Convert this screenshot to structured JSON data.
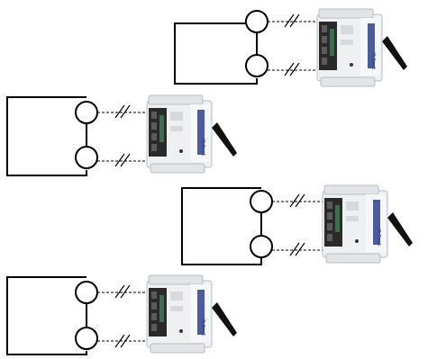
{
  "diagram": {
    "units": [
      {
        "id": "unit-1",
        "device_label": "IR-Dev1"
      },
      {
        "id": "unit-2",
        "device_label": "IR-Dev1"
      },
      {
        "id": "unit-3",
        "device_label": "IR-Dev1"
      },
      {
        "id": "unit-4",
        "device_label": "IR-Dev1"
      }
    ],
    "colors": {
      "stroke": "#000000",
      "device_body": "#eef0f2",
      "device_terminal": "#2a2a2a",
      "device_label_strip": "#2b3f8f",
      "antenna": "#111111"
    }
  }
}
